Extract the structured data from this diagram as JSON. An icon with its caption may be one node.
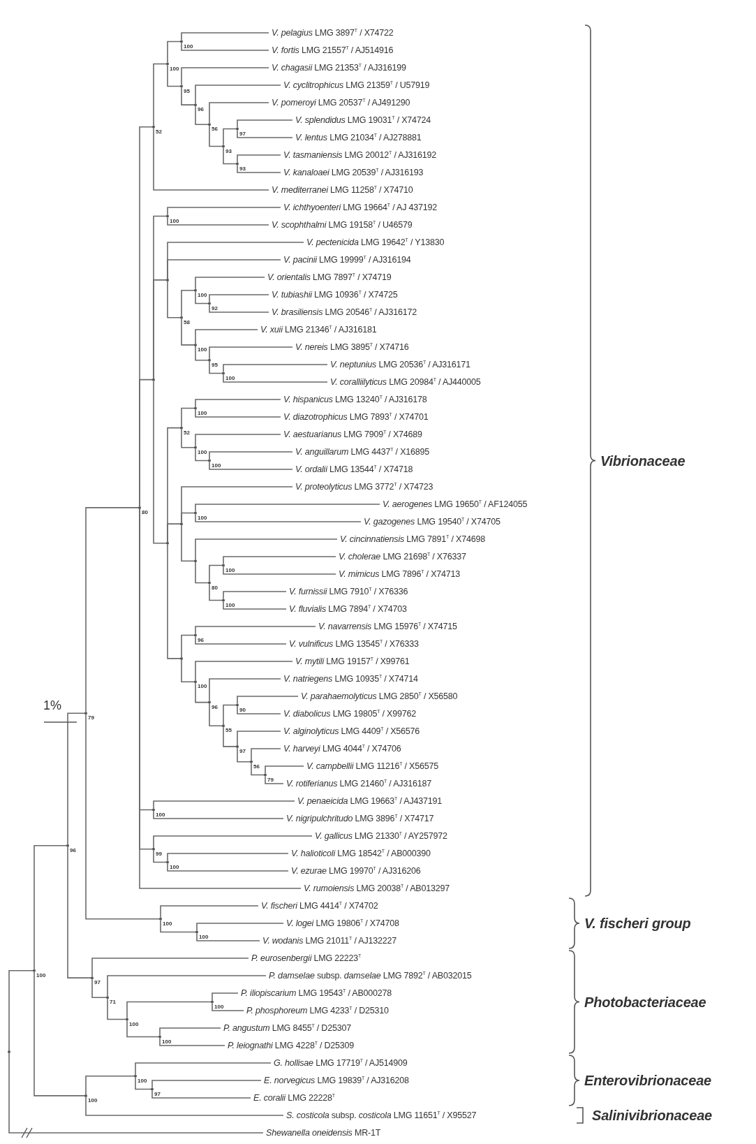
{
  "diagram": {
    "nodes": [
      {
        "text": [
          "*V. pelagius* LMG 3897$^{T}$ / X74722"
        ]
      },
      {
        "text": [
          "*V. fortis* LMG 21557$^{T}$ / AJ514916"
        ]
      },
      {
        "text": [
          "*V. chagasii* LMG 21353$^{T}$ / AJ316199"
        ]
      },
      {
        "text": [
          "*V. cyclitrophicus* LMG 21359$^{T}$ / U57919"
        ]
      },
      {
        "text": [
          "*V. pomeroyi* LMG 20537$^{T}$ / AJ491290"
        ]
      },
      {
        "text": [
          "*V. splendidus* LMG 19031$^{T}$ / X74724"
        ]
      },
      {
        "text": [
          "*V. lentus* LMG 21034$^{T}$ / AJ278881"
        ]
      },
      {
        "text": [
          "*V. tasmaniensis* LMG 20012$^{T}$ / AJ316192"
        ]
      },
      {
        "text": [
          "*V. kanaloaei* LMG 20539$^{T}$ / AJ316193"
        ]
      },
      {
        "text": [
          "*V. mediterranei* LMG 11258$^{T}$ / X74710"
        ]
      },
      {
        "text": [
          "*V. ichthyoenteri* LMG 19664$^{T}$ / AJ 437192"
        ]
      },
      {
        "text": [
          "*V. scophthalmi* LMG 19158$^{T}$ / U46579"
        ]
      },
      {
        "text": [
          "*V. pectenicida* LMG 19642$^{T}$ / Y13830"
        ]
      },
      {
        "text": [
          "*V. pacinii* LMG 19999$^{T}$ / AJ316194"
        ]
      },
      {
        "text": [
          "*V. orientalis* LMG 7897$^{T}$ / X74719"
        ]
      },
      {
        "text": [
          "*V. tubiashii* LMG 10936$^{T}$ / X74725"
        ]
      },
      {
        "text": [
          "*V. brasiliensis* LMG 20546$^{T}$ / AJ316172"
        ]
      },
      {
        "text": [
          "*V. xuii* LMG 21346$^{T}$ / AJ316181"
        ]
      },
      {
        "text": [
          "*V. nereis* LMG 3895$^{T}$ / X74716"
        ]
      },
      {
        "text": [
          "*V. neptunius* LMG 20536$^{T}$ / AJ316171"
        ]
      },
      {
        "text": [
          "*V. coralliilyticus* LMG 20984$^{T}$ / AJ440005"
        ]
      },
      {
        "text": [
          "*V. hispanicus* LMG 13240$^{T}$ / AJ316178"
        ]
      },
      {
        "text": [
          "*V. diazotrophicus* LMG 7893$^{T}$ / X74701"
        ]
      },
      {
        "text": [
          "*V. aestuarianus* LMG 7909$^{T}$ / X74689"
        ]
      },
      {
        "text": [
          "*V. anguillarum* LMG 4437$^{T}$ / X16895"
        ]
      },
      {
        "text": [
          "*V. ordalii* LMG 13544$^{T}$ / X74718"
        ]
      },
      {
        "text": [
          "*V. proteolyticus* LMG 3772$^{T}$ / X74723"
        ]
      },
      {
        "text": [
          "*V. aerogenes* LMG 19650$^{T}$ / AF124055"
        ]
      },
      {
        "text": [
          "*V. gazogenes* LMG 19540$^{T}$ / X74705"
        ]
      },
      {
        "text": [
          "*V. cincinnatiensis* LMG 7891$^{T}$ / X74698"
        ]
      },
      {
        "text": [
          "*V. cholerae* LMG 21698$^{T}$ / X76337"
        ]
      },
      {
        "text": [
          "*V. mimicus* LMG 7896$^{T}$ / X74713"
        ]
      },
      {
        "text": [
          "*V. furnissii* LMG 7910$^{T}$ / X76336"
        ]
      },
      {
        "text": [
          "*V. fluvialis* LMG 7894$^{T}$ / X74703"
        ]
      },
      {
        "text": [
          "*V. navarrensis* LMG 15976$^{T}$ / X74715"
        ]
      },
      {
        "text": [
          "*V. vulnificus* LMG 13545$^{T}$ / X76333"
        ]
      },
      {
        "text": [
          "*V. mytili* LMG 19157$^{T}$ / X99761"
        ]
      },
      {
        "text": [
          "*V. natriegens* LMG 10935$^{T}$ / X74714"
        ]
      },
      {
        "text": [
          "*V. parahaemolyticus* LMG 2850$^{T}$ / X56580"
        ]
      },
      {
        "text": [
          "*V. diabolicus* LMG 19805$^{T}$ / X99762"
        ]
      },
      {
        "text": [
          "*V. alginolyticus* LMG 4409$^{T}$ / X56576"
        ]
      },
      {
        "text": [
          "*V. harveyi* LMG 4044$^{T}$ / X74706"
        ]
      },
      {
        "text": [
          "*V. campbellii* LMG 11216$^{T}$ / X56575"
        ]
      },
      {
        "text": [
          "*V. rotiferianus* LMG 21460$^{T}$ / AJ316187"
        ]
      },
      {
        "text": [
          "*V. penaeicida* LMG 19663$^{T}$ / AJ437191"
        ]
      },
      {
        "text": [
          "*V. nigripulchritudo* LMG 3896$^{T}$ / X74717"
        ]
      },
      {
        "text": [
          "*V. gallicus* LMG 21330$^{T}$ / AY257972"
        ]
      },
      {
        "text": [
          "*V. halioticoli* LMG 18542$^{T}$ / AB000390"
        ]
      },
      {
        "text": [
          "*V. ezurae* LMG 19970$^{T}$ / AJ316206"
        ]
      },
      {
        "text": [
          "*V. rumoiensis* LMG 20038$^{T}$ / AB013297"
        ]
      },
      {
        "text": [
          "*V. fischeri* LMG 4414$^{T}$ / X74702"
        ]
      },
      {
        "text": [
          "*V. logei* LMG 19806$^{T}$ / X74708"
        ]
      },
      {
        "text": [
          "*V. wodanis* LMG 21011$^{T}$ / AJ132227"
        ]
      },
      {
        "text": [
          "*P. eurosenbergii* LMG 22223$^{T}$"
        ]
      },
      {
        "text": [
          "*P. damselae* subsp. *damselae* LMG 7892$^{T}$ / AB032015"
        ]
      },
      {
        "text": [
          "*P. iliopiscarium* LMG 19543$^{T}$ / AB000278"
        ]
      },
      {
        "text": [
          "*P. phosphoreum* LMG 4233$^{T}$ / D25310"
        ]
      },
      {
        "text": [
          "*P. angustum* LMG 8455$^{T}$ / D25307"
        ]
      },
      {
        "text": [
          "*P. leiognathi* LMG 4228$^{T}$ / D25309"
        ]
      },
      {
        "text": [
          "*G. hollisae* LMG 17719$^{T}$ / AJ514909"
        ]
      },
      {
        "text": [
          "*E. norvegicus* LMG 19839$^{T}$ / AJ316208"
        ]
      },
      {
        "text": [
          "*E. coralii* LMG 22228$^{T}$"
        ]
      },
      {
        "text": [
          "*S. costicola* subsp. *costicola* LMG 11651$^{T}$ / X95527"
        ]
      },
      {
        "text": [
          "*Shewanella oneidensis* MR-1T"
        ]
      },
      {
        "text": [],
        "shape": "point"
      },
      {
        "text": [],
        "shape": "point",
        "beside": [
          "100"
        ]
      },
      {
        "text": [],
        "shape": "point",
        "beside": [
          "96"
        ]
      },
      {
        "text": [],
        "shape": "point",
        "beside": [
          "79"
        ]
      },
      {
        "text": [],
        "shape": "point",
        "beside": [
          "80"
        ]
      },
      {
        "text": [],
        "shape": "point",
        "beside": [
          "52"
        ]
      },
      {
        "text": [],
        "shape": "point",
        "beside": [
          "100"
        ]
      },
      {
        "text": [],
        "shape": "point",
        "beside": [
          "100"
        ]
      },
      {
        "text": [],
        "shape": "point",
        "beside": [
          "95"
        ]
      },
      {
        "text": [],
        "shape": "point",
        "beside": [
          "96"
        ]
      },
      {
        "text": [],
        "shape": "point",
        "beside": [
          "56"
        ]
      },
      {
        "text": [],
        "shape": "point",
        "beside": [
          "93"
        ]
      },
      {
        "text": [],
        "shape": "point",
        "beside": [
          "97"
        ]
      },
      {
        "text": [],
        "shape": "point",
        "beside": [
          "93"
        ]
      },
      {
        "text": [],
        "shape": "point"
      },
      {
        "text": [],
        "shape": "point",
        "beside": [
          "100"
        ]
      },
      {
        "text": [],
        "shape": "point"
      },
      {
        "text": [],
        "shape": "point",
        "beside": [
          "58"
        ]
      },
      {
        "text": [],
        "shape": "point",
        "beside": [
          "100"
        ]
      },
      {
        "text": [],
        "shape": "point",
        "beside": [
          "92"
        ]
      },
      {
        "text": [],
        "shape": "point",
        "beside": [
          "100"
        ]
      },
      {
        "text": [],
        "shape": "point",
        "beside": [
          "95"
        ]
      },
      {
        "text": [],
        "shape": "point",
        "beside": [
          "100"
        ]
      },
      {
        "text": [],
        "shape": "point"
      },
      {
        "text": [],
        "shape": "point",
        "beside": [
          "52"
        ]
      },
      {
        "text": [],
        "shape": "point",
        "beside": [
          "100"
        ]
      },
      {
        "text": [],
        "shape": "point",
        "beside": [
          "100"
        ]
      },
      {
        "text": [],
        "shape": "point",
        "beside": [
          "100"
        ]
      },
      {
        "text": [],
        "shape": "point"
      },
      {
        "text": [],
        "shape": "point",
        "beside": [
          "100"
        ]
      },
      {
        "text": [],
        "shape": "point"
      },
      {
        "text": [],
        "shape": "point",
        "beside": [
          "80"
        ]
      },
      {
        "text": [],
        "shape": "point",
        "beside": [
          "100"
        ]
      },
      {
        "text": [],
        "shape": "point",
        "beside": [
          "100"
        ]
      },
      {
        "text": [],
        "shape": "point"
      },
      {
        "text": [],
        "shape": "point",
        "beside": [
          "96"
        ]
      },
      {
        "text": [],
        "shape": "point",
        "beside": [
          "100"
        ]
      },
      {
        "text": [],
        "shape": "point",
        "beside": [
          "96"
        ]
      },
      {
        "text": [],
        "shape": "point",
        "beside": [
          "55"
        ]
      },
      {
        "text": [],
        "shape": "point",
        "beside": [
          "90"
        ]
      },
      {
        "text": [],
        "shape": "point",
        "beside": [
          "97"
        ]
      },
      {
        "text": [],
        "shape": "point",
        "beside": [
          "56"
        ]
      },
      {
        "text": [],
        "shape": "point",
        "beside": [
          "79"
        ]
      },
      {
        "text": [],
        "shape": "point",
        "beside": [
          "100"
        ]
      },
      {
        "text": [],
        "shape": "point",
        "beside": [
          "99"
        ]
      },
      {
        "text": [],
        "shape": "point",
        "beside": [
          "100"
        ]
      },
      {
        "text": [],
        "shape": "point",
        "beside": [
          "100"
        ]
      },
      {
        "text": [],
        "shape": "point",
        "beside": [
          "100"
        ]
      },
      {
        "text": [],
        "shape": "point",
        "beside": [
          "97"
        ]
      },
      {
        "text": [],
        "shape": "point",
        "beside": [
          "71"
        ]
      },
      {
        "text": [],
        "shape": "point",
        "beside": [
          "100"
        ]
      },
      {
        "text": [],
        "shape": "point",
        "beside": [
          "100"
        ]
      },
      {
        "text": [],
        "shape": "point",
        "beside": [
          "100"
        ]
      },
      {
        "text": [],
        "shape": "point",
        "beside": [
          "100"
        ]
      },
      {
        "text": [],
        "shape": "point",
        "beside": [
          "100"
        ]
      },
      {
        "text": [],
        "shape": "point",
        "beside": [
          "97"
        ]
      }
    ],
    "edges": [
      {
        "from": 64,
        "to": 65,
        "arrow": "none"
      },
      {
        "from": 64,
        "to": 63,
        "arrow": "none"
      },
      {
        "from": 65,
        "to": 66,
        "arrow": "none"
      },
      {
        "from": 65,
        "to": 117,
        "arrow": "none"
      },
      {
        "from": 66,
        "to": 67,
        "arrow": "none"
      },
      {
        "from": 66,
        "to": 112,
        "arrow": "none"
      },
      {
        "from": 67,
        "to": 68,
        "arrow": "none"
      },
      {
        "from": 67,
        "to": 110,
        "arrow": "none"
      },
      {
        "from": 68,
        "to": 69,
        "arrow": "none"
      },
      {
        "from": 68,
        "to": 78,
        "arrow": "none"
      },
      {
        "from": 68,
        "to": 107,
        "arrow": "none"
      },
      {
        "from": 68,
        "to": 108,
        "arrow": "none"
      },
      {
        "from": 68,
        "to": 49,
        "arrow": "none"
      },
      {
        "from": 69,
        "to": 70,
        "arrow": "none"
      },
      {
        "from": 69,
        "to": 9,
        "arrow": "none"
      },
      {
        "from": 70,
        "to": 71,
        "arrow": "none"
      },
      {
        "from": 70,
        "to": 72,
        "arrow": "none"
      },
      {
        "from": 71,
        "to": 0,
        "arrow": "none"
      },
      {
        "from": 71,
        "to": 1,
        "arrow": "none"
      },
      {
        "from": 72,
        "to": 2,
        "arrow": "none"
      },
      {
        "from": 72,
        "to": 73,
        "arrow": "none"
      },
      {
        "from": 73,
        "to": 3,
        "arrow": "none"
      },
      {
        "from": 73,
        "to": 74,
        "arrow": "none"
      },
      {
        "from": 74,
        "to": 4,
        "arrow": "none"
      },
      {
        "from": 74,
        "to": 75,
        "arrow": "none"
      },
      {
        "from": 75,
        "to": 76,
        "arrow": "none"
      },
      {
        "from": 75,
        "to": 77,
        "arrow": "none"
      },
      {
        "from": 76,
        "to": 5,
        "arrow": "none"
      },
      {
        "from": 76,
        "to": 6,
        "arrow": "none"
      },
      {
        "from": 77,
        "to": 7,
        "arrow": "none"
      },
      {
        "from": 77,
        "to": 8,
        "arrow": "none"
      },
      {
        "from": 78,
        "to": 79,
        "arrow": "none"
      },
      {
        "from": 78,
        "to": 80,
        "arrow": "none"
      },
      {
        "from": 78,
        "to": 87,
        "arrow": "none"
      },
      {
        "from": 79,
        "to": 10,
        "arrow": "none"
      },
      {
        "from": 79,
        "to": 11,
        "arrow": "none"
      },
      {
        "from": 80,
        "to": 12,
        "arrow": "none"
      },
      {
        "from": 80,
        "to": 13,
        "arrow": "none"
      },
      {
        "from": 80,
        "to": 81,
        "arrow": "none"
      },
      {
        "from": 81,
        "to": 82,
        "arrow": "none"
      },
      {
        "from": 81,
        "to": 84,
        "arrow": "none"
      },
      {
        "from": 82,
        "to": 14,
        "arrow": "none"
      },
      {
        "from": 82,
        "to": 83,
        "arrow": "none"
      },
      {
        "from": 83,
        "to": 15,
        "arrow": "none"
      },
      {
        "from": 83,
        "to": 16,
        "arrow": "none"
      },
      {
        "from": 84,
        "to": 17,
        "arrow": "none"
      },
      {
        "from": 84,
        "to": 85,
        "arrow": "none"
      },
      {
        "from": 85,
        "to": 18,
        "arrow": "none"
      },
      {
        "from": 85,
        "to": 86,
        "arrow": "none"
      },
      {
        "from": 86,
        "to": 19,
        "arrow": "none"
      },
      {
        "from": 86,
        "to": 20,
        "arrow": "none"
      },
      {
        "from": 87,
        "to": 88,
        "arrow": "none"
      },
      {
        "from": 87,
        "to": 92,
        "arrow": "none"
      },
      {
        "from": 87,
        "to": 98,
        "arrow": "none"
      },
      {
        "from": 88,
        "to": 89,
        "arrow": "none"
      },
      {
        "from": 88,
        "to": 90,
        "arrow": "none"
      },
      {
        "from": 89,
        "to": 21,
        "arrow": "none"
      },
      {
        "from": 89,
        "to": 22,
        "arrow": "none"
      },
      {
        "from": 90,
        "to": 23,
        "arrow": "none"
      },
      {
        "from": 90,
        "to": 91,
        "arrow": "none"
      },
      {
        "from": 91,
        "to": 24,
        "arrow": "none"
      },
      {
        "from": 91,
        "to": 25,
        "arrow": "none"
      },
      {
        "from": 92,
        "to": 26,
        "arrow": "none"
      },
      {
        "from": 92,
        "to": 93,
        "arrow": "none"
      },
      {
        "from": 92,
        "to": 94,
        "arrow": "none"
      },
      {
        "from": 93,
        "to": 27,
        "arrow": "none"
      },
      {
        "from": 93,
        "to": 28,
        "arrow": "none"
      },
      {
        "from": 94,
        "to": 29,
        "arrow": "none"
      },
      {
        "from": 94,
        "to": 95,
        "arrow": "none"
      },
      {
        "from": 95,
        "to": 96,
        "arrow": "none"
      },
      {
        "from": 95,
        "to": 97,
        "arrow": "none"
      },
      {
        "from": 96,
        "to": 30,
        "arrow": "none"
      },
      {
        "from": 96,
        "to": 31,
        "arrow": "none"
      },
      {
        "from": 97,
        "to": 32,
        "arrow": "none"
      },
      {
        "from": 97,
        "to": 33,
        "arrow": "none"
      },
      {
        "from": 98,
        "to": 99,
        "arrow": "none"
      },
      {
        "from": 98,
        "to": 100,
        "arrow": "none"
      },
      {
        "from": 99,
        "to": 34,
        "arrow": "none"
      },
      {
        "from": 99,
        "to": 35,
        "arrow": "none"
      },
      {
        "from": 100,
        "to": 36,
        "arrow": "none"
      },
      {
        "from": 100,
        "to": 101,
        "arrow": "none"
      },
      {
        "from": 101,
        "to": 37,
        "arrow": "none"
      },
      {
        "from": 101,
        "to": 102,
        "arrow": "none"
      },
      {
        "from": 102,
        "to": 103,
        "arrow": "none"
      },
      {
        "from": 102,
        "to": 104,
        "arrow": "none"
      },
      {
        "from": 103,
        "to": 38,
        "arrow": "none"
      },
      {
        "from": 103,
        "to": 39,
        "arrow": "none"
      },
      {
        "from": 104,
        "to": 40,
        "arrow": "none"
      },
      {
        "from": 104,
        "to": 105,
        "arrow": "none"
      },
      {
        "from": 105,
        "to": 41,
        "arrow": "none"
      },
      {
        "from": 105,
        "to": 106,
        "arrow": "none"
      },
      {
        "from": 106,
        "to": 42,
        "arrow": "none"
      },
      {
        "from": 106,
        "to": 43,
        "arrow": "none"
      },
      {
        "from": 107,
        "to": 44,
        "arrow": "none"
      },
      {
        "from": 107,
        "to": 45,
        "arrow": "none"
      },
      {
        "from": 108,
        "to": 46,
        "arrow": "none"
      },
      {
        "from": 108,
        "to": 109,
        "arrow": "none"
      },
      {
        "from": 109,
        "to": 47,
        "arrow": "none"
      },
      {
        "from": 109,
        "to": 48,
        "arrow": "none"
      },
      {
        "from": 110,
        "to": 50,
        "arrow": "none"
      },
      {
        "from": 110,
        "to": 111,
        "arrow": "none"
      },
      {
        "from": 111,
        "to": 51,
        "arrow": "none"
      },
      {
        "from": 111,
        "to": 52,
        "arrow": "none"
      },
      {
        "from": 112,
        "to": 53,
        "arrow": "none"
      },
      {
        "from": 112,
        "to": 113,
        "arrow": "none"
      },
      {
        "from": 113,
        "to": 54,
        "arrow": "none"
      },
      {
        "from": 113,
        "to": 114,
        "arrow": "none"
      },
      {
        "from": 114,
        "to": 115,
        "arrow": "none"
      },
      {
        "from": 114,
        "to": 116,
        "arrow": "none"
      },
      {
        "from": 115,
        "to": 55,
        "arrow": "none"
      },
      {
        "from": 115,
        "to": 56,
        "arrow": "none"
      },
      {
        "from": 116,
        "to": 57,
        "arrow": "none"
      },
      {
        "from": 116,
        "to": 58,
        "arrow": "none"
      },
      {
        "from": 117,
        "to": 118,
        "arrow": "none"
      },
      {
        "from": 117,
        "to": 62,
        "arrow": "none"
      },
      {
        "from": 118,
        "to": 59,
        "arrow": "none"
      },
      {
        "from": 118,
        "to": 119,
        "arrow": "none"
      },
      {
        "from": 119,
        "to": 60,
        "arrow": "none"
      },
      {
        "from": 119,
        "to": 61,
        "arrow": "none"
      }
    ],
    "labels": [
      "Vibrionaceae",
      "1%",
      "V. fischeri group",
      "Photobacteriaceae",
      "Enterovibrionaceae",
      "Salinivibrionaceae"
    ]
  }
}
